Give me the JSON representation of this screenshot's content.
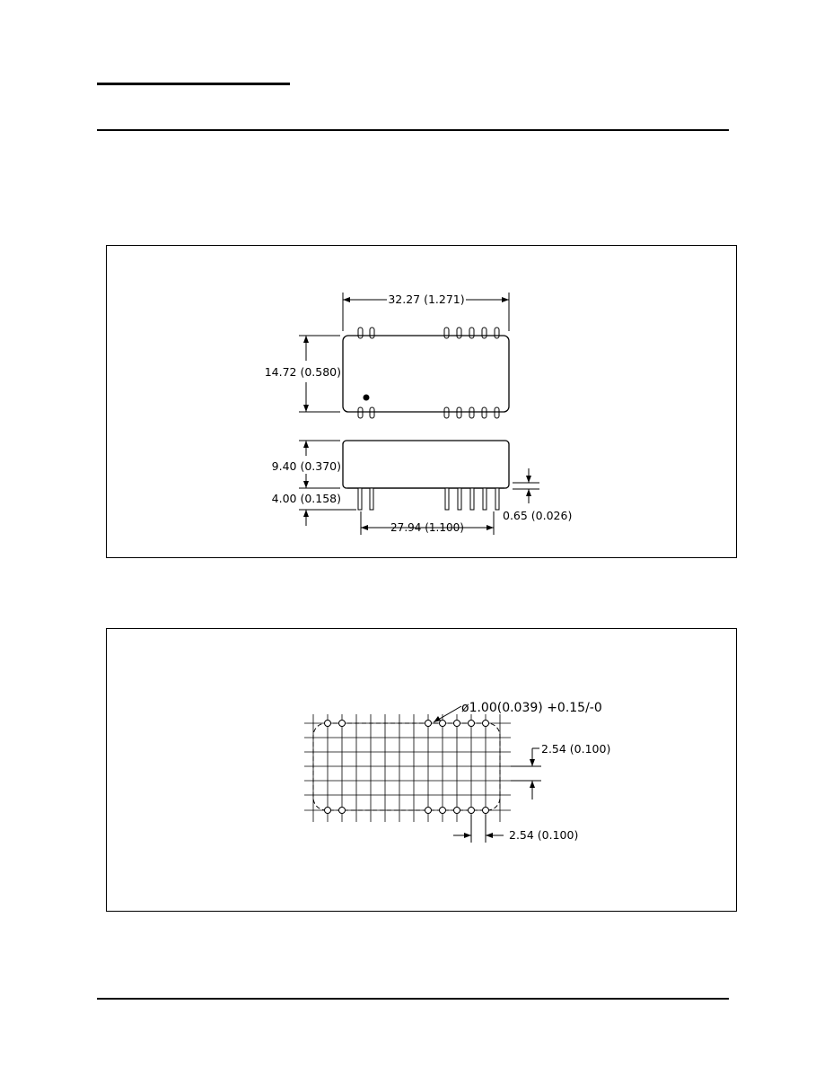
{
  "mechanical": {
    "length_dim": "32.27 (1.271)",
    "width_dim": "14.72 (0.580)",
    "height_dim": "9.40 (0.370)",
    "pin_length_dim": "4.00 (0.158)",
    "pin_span_dim": "27.94 (1.100)",
    "standoff_dim": "0.65 (0.026)"
  },
  "footprint": {
    "hole_dim": "ø1.00(0.039) +0.15/-0",
    "row_pitch_dim": "2.54 (0.100)",
    "col_pitch_dim": "2.54 (0.100)"
  }
}
